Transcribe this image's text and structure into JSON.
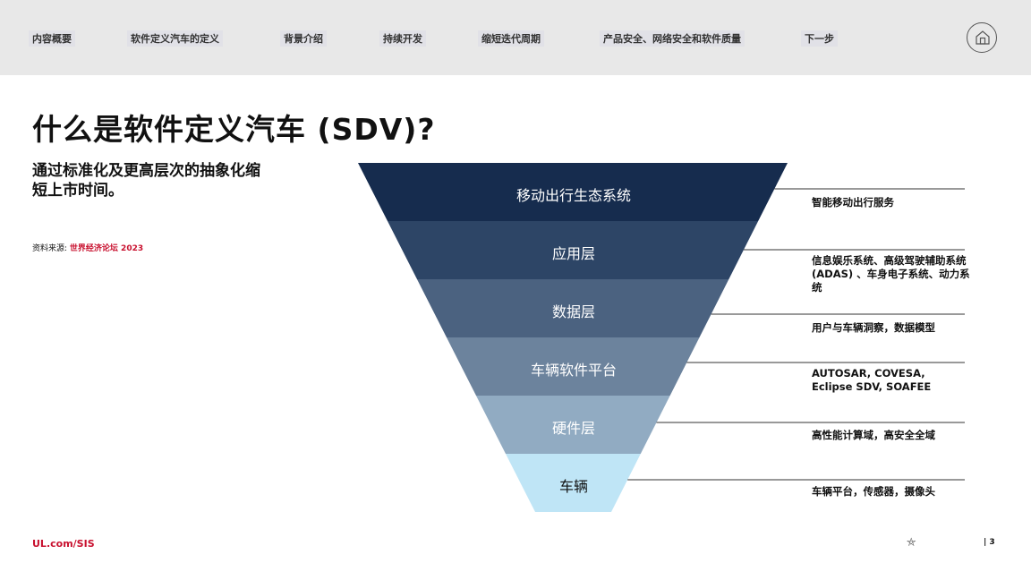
{
  "nav": {
    "items": [
      "内容概要",
      "软件定义汽车的定义",
      "背景介绍",
      "持续开发",
      "缩短迭代周期",
      "产品安全、网络安全和软件质量",
      "下一步"
    ],
    "home_icon": "home-icon"
  },
  "title": "什么是软件定义汽车 (SDV)?",
  "subtitle": "通过标准化及更高层次的抽象化缩短上市时间。",
  "source": {
    "label": "资料来源:",
    "name": "世界经济论坛 2023"
  },
  "funnel": {
    "layers": [
      {
        "label": "移动出行生态系统",
        "color": "#162c4e",
        "note": "智能移动出行服务"
      },
      {
        "label": "应用层",
        "color": "#2d4566",
        "note": "信息娱乐系统、高级驾驶辅助系统 (ADAS) 、车身电子系统、动力系统"
      },
      {
        "label": "数据层",
        "color": "#4b6280",
        "note": "用户与车辆洞察，数据模型"
      },
      {
        "label": "车辆软件平台",
        "color": "#6c839d",
        "note": "AUTOSAR, COVESA, Eclipse SDV, SOAFEE"
      },
      {
        "label": "硬件层",
        "color": "#91abc2",
        "note": "高性能计算域，高安全全域"
      },
      {
        "label": "车辆",
        "color": "#bfe5f6",
        "note": "车辆平台，传感器，摄像头"
      }
    ]
  },
  "footer": {
    "link": "UL.com/SIS",
    "icon": "pin-icon",
    "page": "| 3"
  }
}
